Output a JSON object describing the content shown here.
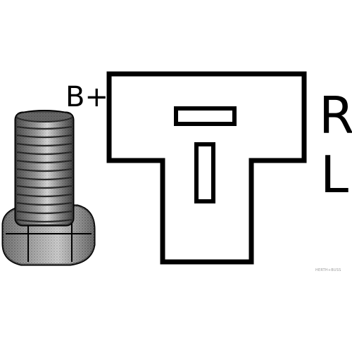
{
  "labels": {
    "terminal_b_plus": "B+",
    "terminal_r": "R",
    "terminal_l": "L"
  },
  "watermark": "HERTH+BUSS",
  "colors": {
    "line": "#000000",
    "background": "#ffffff",
    "bolt_shading": "#3a3a3a"
  },
  "icons": {
    "bolt": "threaded-bolt-icon",
    "connector": "t-shaped-connector-icon"
  }
}
